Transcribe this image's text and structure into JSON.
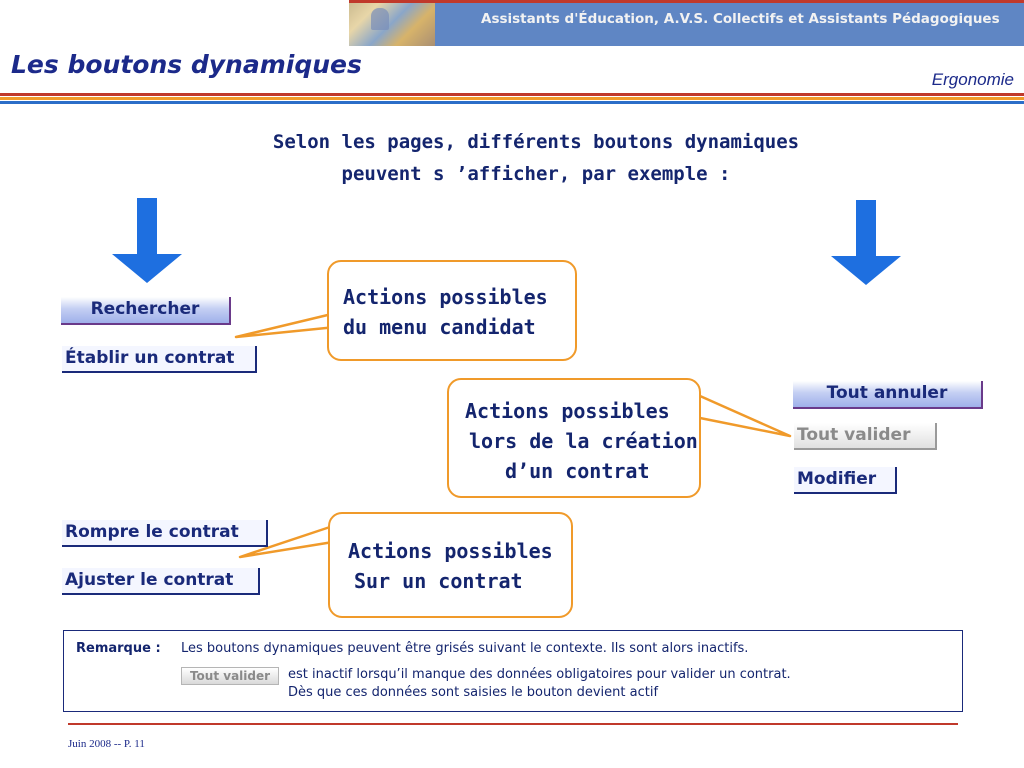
{
  "header": {
    "banner_title": "Assistants d'Éducation, A.V.S. Collectifs et Assistants Pédagogiques"
  },
  "title": "Les boutons dynamiques",
  "section": "Ergonomie",
  "intro": {
    "line1": "Selon les pages, différents boutons dynamiques",
    "line2": "peuvent s ’afficher, par exemple :"
  },
  "buttons": {
    "rechercher": "Rechercher",
    "etablir": "Établir un contrat",
    "tout_annuler": "Tout annuler",
    "tout_valider": "Tout valider",
    "modifier": "Modifier",
    "rompre": "Rompre le contrat",
    "ajuster": "Ajuster le contrat"
  },
  "callouts": {
    "candidat": {
      "line1": "Actions possibles",
      "line2": "du menu candidat"
    },
    "creation": {
      "line1": "Actions possibles",
      "line2": "lors de la création",
      "line3": "d’un contrat"
    },
    "contrat": {
      "line1": "Actions possibles",
      "line2": "Sur un contrat"
    }
  },
  "remark": {
    "label": "Remarque :",
    "line1": "Les boutons dynamiques peuvent être grisés suivant le contexte. Ils sont alors inactifs.",
    "button": "Tout valider",
    "line2": "est inactif lorsqu’il manque des données obligatoires pour valider un contrat.",
    "line3": "Dès que ces données sont saisies le bouton devient actif"
  },
  "footer": "Juin 2008 -- P. 11",
  "colors": {
    "title_blue": "#1c2a8a",
    "arrow_blue": "#1e6fe0",
    "callout_orange": "#f09a2a",
    "accent_red": "#c0392b"
  },
  "icons": {
    "arrow_left": "down-arrow-icon",
    "arrow_right": "down-arrow-icon"
  }
}
